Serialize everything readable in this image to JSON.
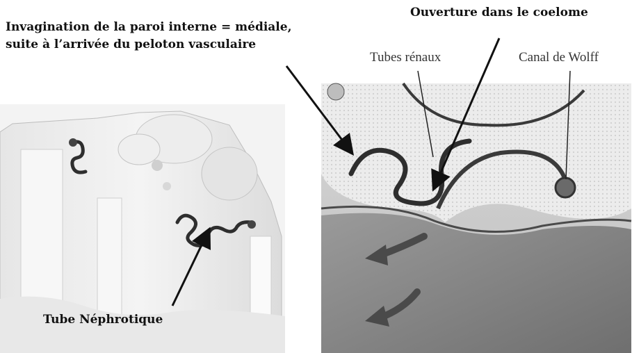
{
  "labels": {
    "invagination_line1": "Invagination de la paroi interne = médiale,",
    "invagination_line2": "suite à l’arrivée du peloton vasculaire",
    "ouverture": "Ouverture dans le coelome",
    "tubes_renaux": "Tubes rénaux",
    "canal_wolff": "Canal de Wolff",
    "tube_nephrotique": "Tube Néphrotique"
  },
  "colors": {
    "text": "#111111",
    "tube_dark": "#2e2e2e",
    "tissue_light": "#e9e9e9",
    "cavity_gray": "#8a8a8a"
  }
}
